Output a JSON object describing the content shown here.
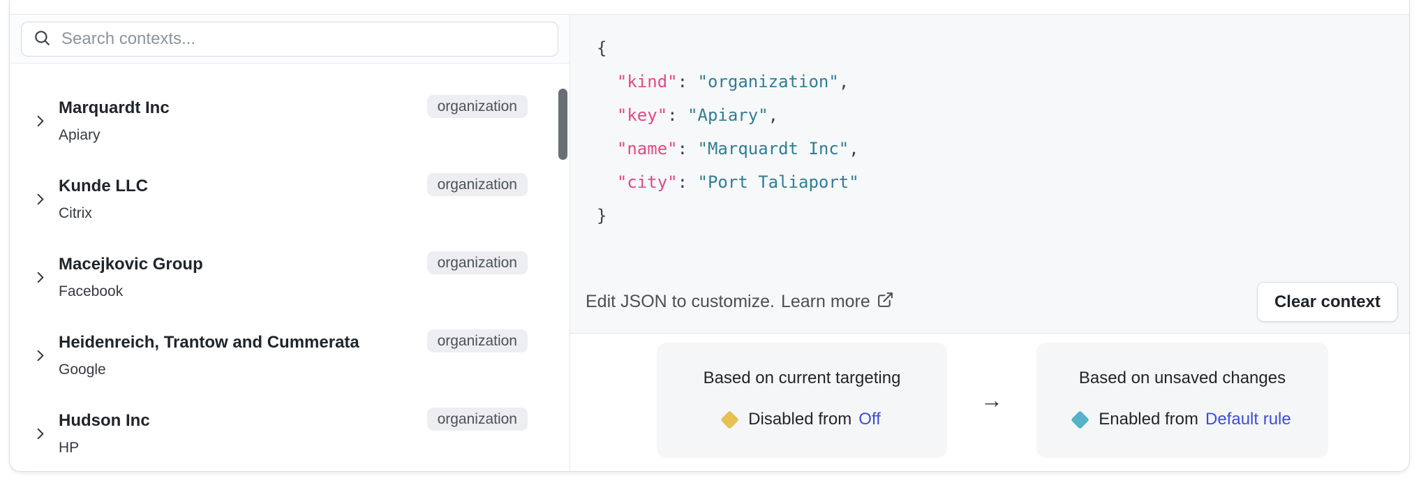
{
  "left_panel": {
    "search": {
      "placeholder": "Search contexts...",
      "value": ""
    },
    "contexts": [
      {
        "name": "Marquardt Inc",
        "key": "Apiary",
        "kind": "organization"
      },
      {
        "name": "Kunde LLC",
        "key": "Citrix",
        "kind": "organization"
      },
      {
        "name": "Macejkovic Group",
        "key": "Facebook",
        "kind": "organization"
      },
      {
        "name": "Heidenreich, Trantow and Cummerata",
        "key": "Google",
        "kind": "organization"
      },
      {
        "name": "Hudson Inc",
        "key": "HP",
        "kind": "organization"
      }
    ]
  },
  "context_json": {
    "lines": [
      "{",
      "  \"kind\": \"organization\",",
      "  \"key\": \"Apiary\",",
      "  \"name\": \"Marquardt Inc\",",
      "  \"city\": \"Port Taliaport\"",
      "}"
    ],
    "footer_text": "Edit JSON to customize.",
    "learn_more_label": "Learn more",
    "clear_button_label": "Clear context"
  },
  "evaluation": {
    "arrow_glyph": "→",
    "current": {
      "title": "Based on current targeting",
      "status": "Disabled from",
      "link": "Off"
    },
    "unsaved": {
      "title": "Based on unsaved changes",
      "status": "Enabled from",
      "link": "Default rule"
    }
  },
  "icons": {
    "search": "magnifier",
    "context_expand": "chevron-right",
    "learn_more": "external-link",
    "between_cards": "arrow-right",
    "variation_marker": "diamond"
  },
  "colors": {
    "key_pink": "#e34981",
    "string_teal": "#2f7e96",
    "punctuation": "#39404a",
    "link_blue": "#3c4ddb",
    "diamond_gold": "#e7c253",
    "diamond_teal": "#55b2c9",
    "badge_bg": "#eceef1",
    "panel_gray_bg": "#f7f8fa"
  }
}
